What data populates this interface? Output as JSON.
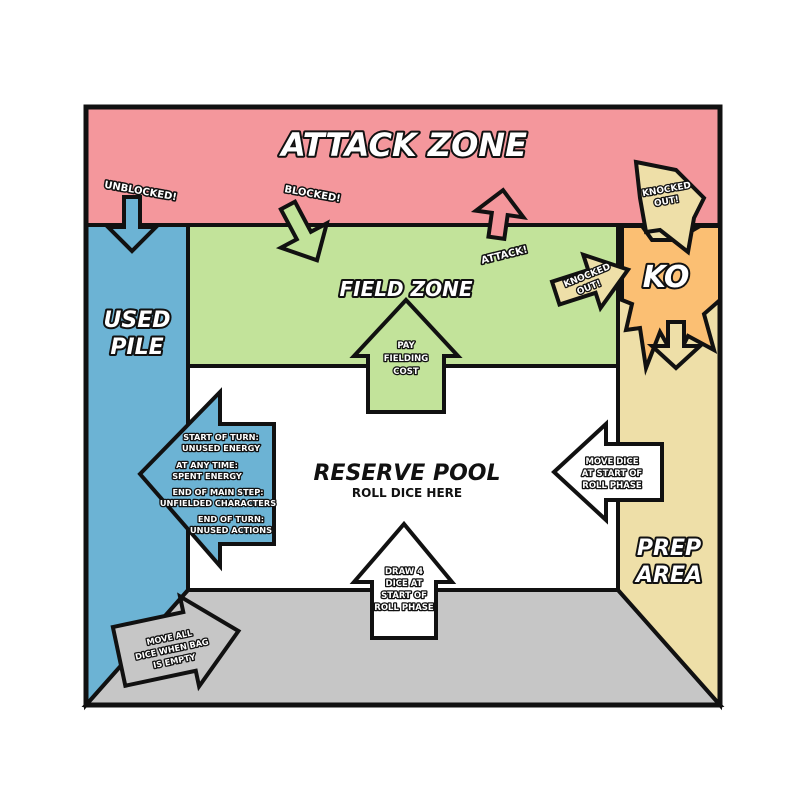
{
  "colors": {
    "attack": "#F4979C",
    "field": "#C2E39A",
    "used": "#6CB3D4",
    "prep": "#EEDFA8",
    "bag": "#C6C6C6",
    "reserve": "#FFFFFF",
    "ko": "#FBBF73",
    "outline": "#111111"
  },
  "zones": {
    "attack": "ATTACK ZONE",
    "field": "FIELD ZONE",
    "used_line1": "USED",
    "used_line2": "PILE",
    "prep_line1": "PREP",
    "prep_line2": "AREA",
    "reserve": "RESERVE POOL",
    "reserve_sub": "ROLL DICE HERE",
    "ko": "KO"
  },
  "labels": {
    "unblocked": "UNBLOCKED!",
    "blocked": "BLOCKED!",
    "attack": "ATTACK!",
    "knocked_top_1": "KNOCKED",
    "knocked_top_2": "OUT!",
    "knocked_side_1": "KNOCKED",
    "knocked_side_2": "OUT!"
  },
  "arrows": {
    "fielding": [
      "PAY",
      "FIELDING",
      "COST"
    ],
    "used_pile": [
      "START OF TURN:",
      "UNUSED ENERGY",
      "AT ANY TIME:",
      "SPENT ENERGY",
      "END OF MAIN STEP:",
      "UNFIELDED CHARACTERS",
      "END OF TURN:",
      "UNUSED ACTIONS"
    ],
    "prep_move": [
      "MOVE DICE",
      "AT START OF",
      "ROLL PHASE"
    ],
    "draw": [
      "DRAW 4",
      "DICE AT",
      "START OF",
      "ROLL PHASE"
    ],
    "bag": [
      "MOVE ALL",
      "DICE WHEN BAG",
      "IS EMPTY"
    ]
  }
}
